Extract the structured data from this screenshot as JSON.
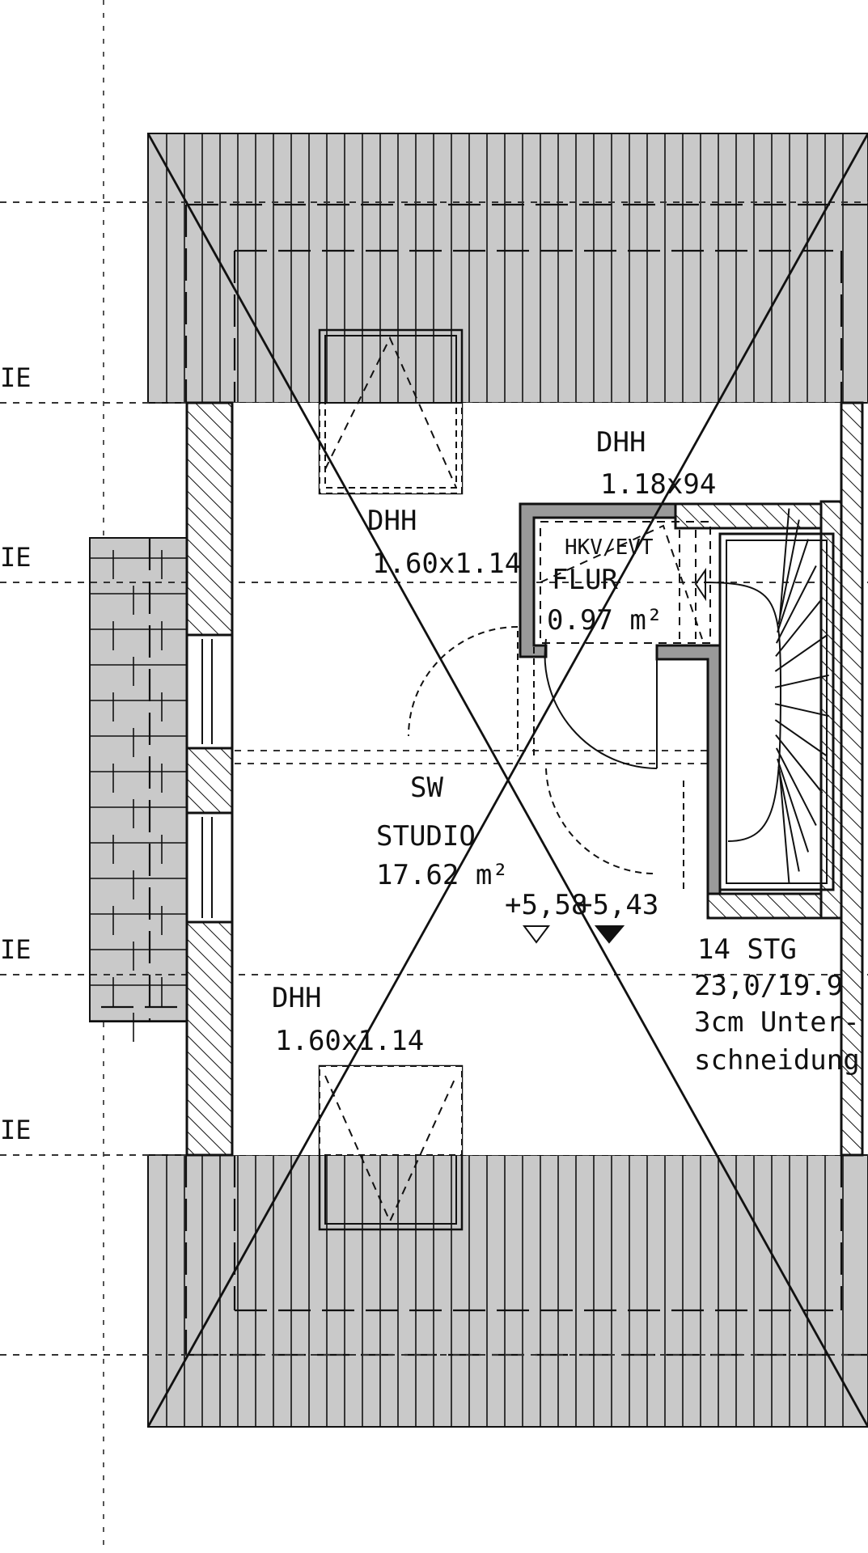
{
  "edge_labels": [
    "IE",
    "IE",
    "IE",
    "IE"
  ],
  "rooms": {
    "studio": {
      "sw": "SW",
      "name": "STUDIO",
      "area": "17.62  m²"
    },
    "flur": {
      "tag": "HKV/EVT",
      "name": "FLUR",
      "area": "0.97  m²"
    },
    "skylight_top": {
      "tag": "DHH",
      "size": "1.60x1.14"
    },
    "skylight_bottom": {
      "tag": "DHH",
      "size": "1.60x1.14"
    },
    "skylight_stair": {
      "tag": "DHH",
      "size": "1.18x94"
    }
  },
  "levels": {
    "top": "+5,58",
    "floor": "+5,43"
  },
  "stairs": {
    "line1": "14  STG",
    "line2": "23,0/19.9",
    "line3": "3cm  Unter-",
    "line4": "schneidung"
  },
  "colors": {
    "roof": "#c9c9c9",
    "line": "#111111",
    "wall_fill": "#ffffff",
    "dim_line": "#444444"
  }
}
